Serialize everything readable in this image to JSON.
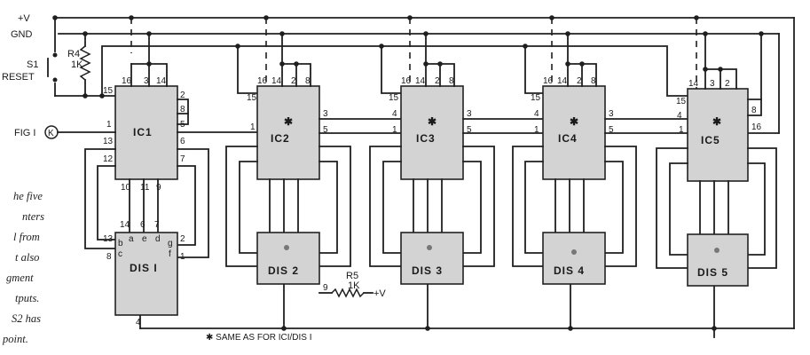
{
  "rails": {
    "vplus": "+V",
    "gnd": "GND"
  },
  "switch": {
    "label": "S1",
    "sublabel": "RESET"
  },
  "r4": {
    "label": "R4",
    "value": "1K"
  },
  "r5": {
    "label": "R5",
    "value": "1K",
    "pin": "9",
    "supply": "+V"
  },
  "input": {
    "label": "FIG I",
    "terminal": "K"
  },
  "footnote": "✱ SAME AS FOR ICI/DIS I",
  "caption_lines": [
    "he five",
    "nters",
    "l from",
    "t also",
    "gment",
    "tputs.",
    "S2 has",
    "point."
  ],
  "star": "✱",
  "ic1": {
    "name": "IC1",
    "pins": [
      "16",
      "3",
      "14",
      "2",
      "8",
      "15",
      "1",
      "5",
      "13",
      "6",
      "12",
      "7",
      "10",
      "11",
      "9"
    ]
  },
  "dis1": {
    "name": "DIS I",
    "pins": [
      "14",
      "6",
      "7",
      "13",
      "2",
      "8",
      "1",
      "4"
    ],
    "segs": [
      "b",
      "a",
      "e",
      "d",
      "g",
      "c",
      "f"
    ]
  },
  "ic_units": [
    {
      "name": "IC2",
      "pins": [
        "16",
        "14",
        "2",
        "8",
        "15",
        "1",
        "3",
        "5"
      ]
    },
    {
      "name": "IC3",
      "pins": [
        "16",
        "14",
        "2",
        "8",
        "15",
        "4",
        "1",
        "3",
        "5"
      ]
    },
    {
      "name": "IC4",
      "pins": [
        "16",
        "14",
        "2",
        "8",
        "15",
        "4",
        "1",
        "3",
        "5"
      ]
    },
    {
      "name": "IC5",
      "pins": [
        "14",
        "3",
        "2",
        "15",
        "8",
        "4",
        "16",
        "1"
      ]
    }
  ],
  "dis_units": [
    {
      "name": "DIS 2"
    },
    {
      "name": "DIS 3"
    },
    {
      "name": "DIS 4"
    },
    {
      "name": "DIS 5"
    }
  ]
}
